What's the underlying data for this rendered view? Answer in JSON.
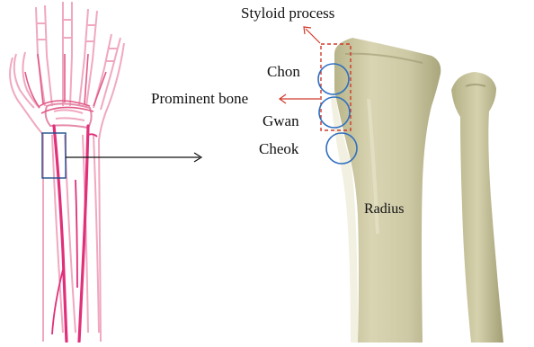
{
  "labels": {
    "styloid_process": "Styloid process",
    "chon": "Chon",
    "prominent_bone": "Prominent bone",
    "gwan": "Gwan",
    "cheok": "Cheok",
    "radius": "Radius"
  },
  "colors": {
    "artery": "#e0307a",
    "bone_outline": "#f0a8c0",
    "callout_box": "#1f4e8c",
    "pulse_circle": "#2f6fc0",
    "annotation_red": "#d03a2a",
    "bone_photo": "#cfcba3"
  }
}
